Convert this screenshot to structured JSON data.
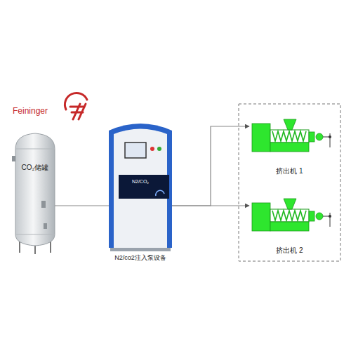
{
  "diagram": {
    "nodes": [
      {
        "text": [
          "CO₂储罐"
        ]
      },
      {
        "text": [
          "N2/CO₂",
          "N2/co2注入泵设备"
        ]
      },
      {
        "text": [
          "挤出机 1"
        ]
      },
      {
        "text": [
          "挤出机 2"
        ]
      }
    ],
    "edges": [
      {
        "from": 0,
        "to": 1,
        "arrow": "none"
      },
      {
        "from": 1,
        "to": 2,
        "arrow": "to"
      },
      {
        "from": 1,
        "to": 3,
        "arrow": "to"
      }
    ],
    "labels": [
      "Feininger"
    ]
  }
}
